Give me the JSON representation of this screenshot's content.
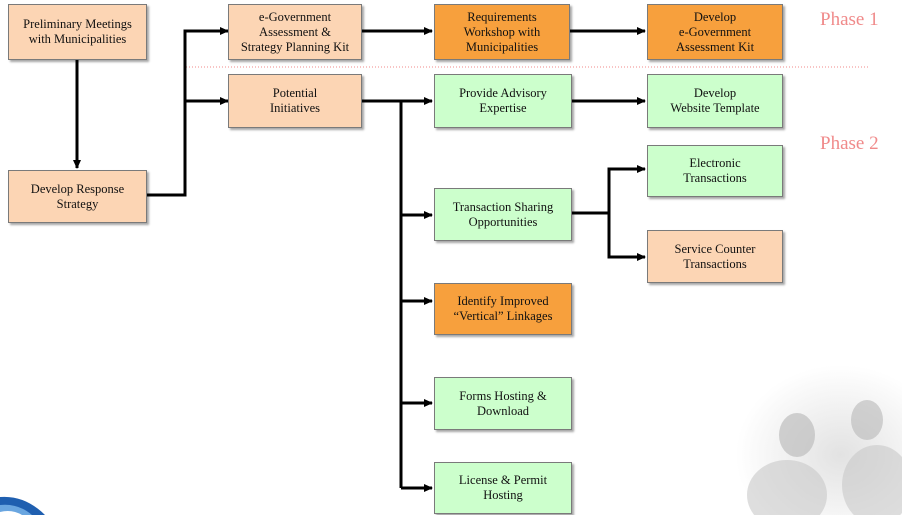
{
  "nodes": {
    "prelim": "Preliminary Meetings\nwith Municipalities",
    "response": "Develop Response\nStrategy",
    "kit": "e-Government\nAssessment &\nStrategy Planning Kit",
    "workshop": "Requirements\nWorkshop with\nMunicipalities",
    "develop_kit": "Develop\ne-Government\nAssessment Kit",
    "initiatives": "Potential\nInitiatives",
    "advisory": "Provide Advisory\nExpertise",
    "website": "Develop\nWebsite Template",
    "sharing": "Transaction Sharing\nOpportunities",
    "electronic": "Electronic\nTransactions",
    "counter": "Service Counter\nTransactions",
    "vertical": "Identify Improved\n“Vertical” Linkages",
    "forms": "Forms Hosting &\nDownload",
    "license": "License & Permit\nHosting"
  },
  "phases": {
    "phase1": "Phase 1",
    "phase2": "Phase 2"
  },
  "colors": {
    "peach": "#fcd5b4",
    "orange": "#f7a03d",
    "green": "#ccffcc",
    "phase_text": "#f08a8a",
    "divider": "#f08a8a"
  },
  "icons": {
    "background_photo": "people-photo-watermark",
    "logo_fragment": "blue-swoosh-logo"
  }
}
